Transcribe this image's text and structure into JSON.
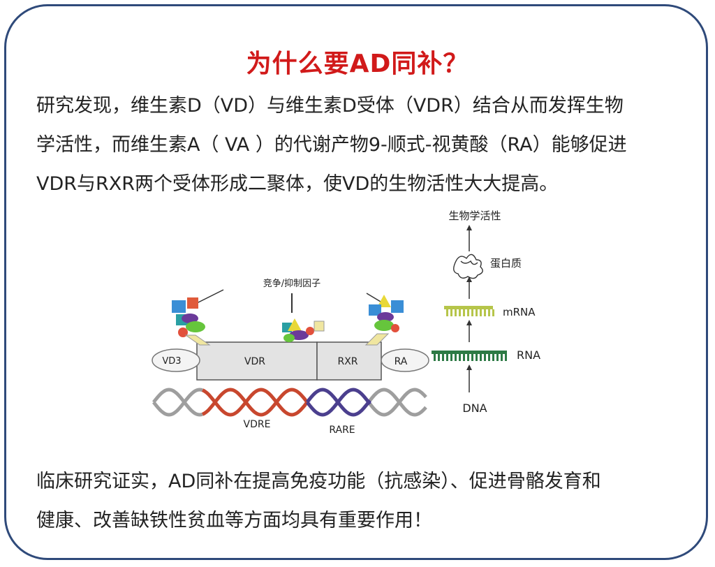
{
  "title": "为什么要AD同补？",
  "intro": {
    "lines": [
      "研究发现，维生素D（VD）与维生素D受体（VDR）结合从而发挥生物",
      "学活性，而维生素A（ VA ）的代谢产物9-顺式-视黄酸（RA）能够促进",
      "VDR与RXR两个受体形成二聚体，使VD的生物活性大大提高。"
    ]
  },
  "diagram": {
    "labels": {
      "competitor": "竞争/抑制因子",
      "vd3": "VD3",
      "vdr": "VDR",
      "rxr": "RXR",
      "ra": "RA",
      "vdre": "VDRE",
      "rare": "RARE"
    },
    "pathway": {
      "steps": [
        "生物学活性",
        "蛋白质",
        "mRNA",
        "RNA",
        "DNA"
      ]
    },
    "colors": {
      "vdre_helix": "#c8472e",
      "rare_helix": "#4b3f8e",
      "outer_helix": "#9e9e9e",
      "mrna": "#b6c54a",
      "rna": "#2d7a45"
    }
  },
  "conclusion": {
    "lines": [
      "临床研究证实，AD同补在提高免疫功能（抗感染）、促进骨骼发育和",
      "健康、改善缺铁性贫血等方面均具有重要作用！"
    ]
  }
}
